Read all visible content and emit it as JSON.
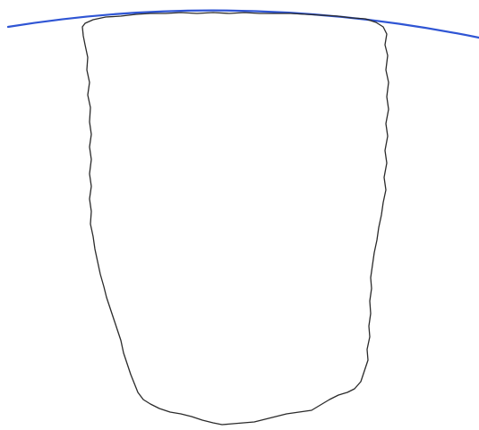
{
  "diagram": {
    "elements": [
      {
        "kind": "arc",
        "name": "reference-arc"
      },
      {
        "kind": "outline",
        "name": "specimen-outline"
      }
    ],
    "colors": {
      "background": "#ffffff",
      "arc": "#2f55d4",
      "outline": "#2b2b2b"
    }
  }
}
